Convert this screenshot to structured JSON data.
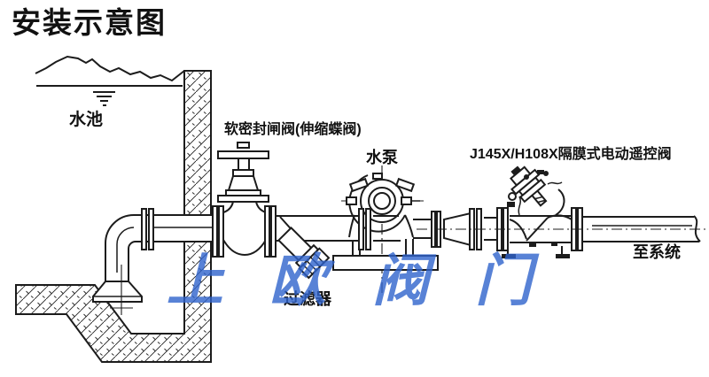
{
  "page": {
    "title": "安装示意图",
    "type": "installation-schematic"
  },
  "diagram": {
    "labels": {
      "pool": "水池",
      "gate_valve": "软密封闸阀(伸缩蝶阀)",
      "pump": "水泵",
      "control_valve": "J145X/H108X隔膜式电动遥控阀",
      "strainer": "过滤器",
      "to_system": "至系统"
    },
    "watermark": "上欧阀门"
  },
  "colors": {
    "line": "#1c1c1c",
    "watermark": "#2f63cc",
    "background": "#ffffff"
  }
}
